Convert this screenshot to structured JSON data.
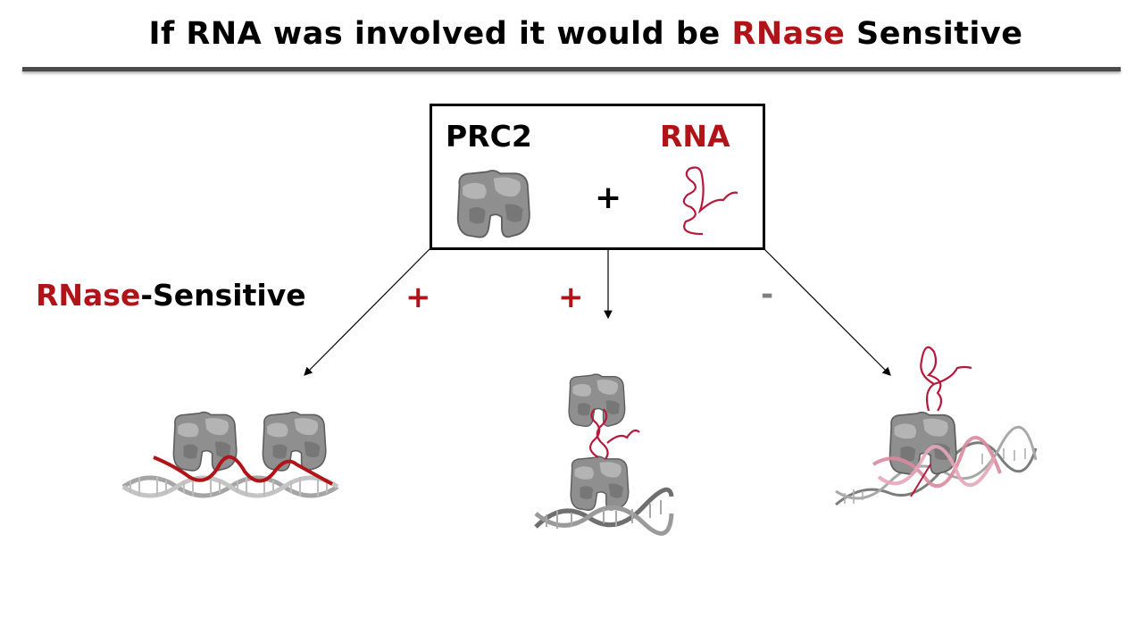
{
  "title": {
    "prefix": "If RNA was involved it would be ",
    "highlight": "RNase",
    "suffix": " Sensitive"
  },
  "box": {
    "left_label": "PRC2",
    "right_label": "RNA",
    "operator": "+"
  },
  "side_label": {
    "highlight": "RNase",
    "rest": "-Sensitive"
  },
  "outcomes": [
    {
      "sign": "+",
      "color": "#b01419"
    },
    {
      "sign": "+",
      "color": "#b01419"
    },
    {
      "sign": "-",
      "color": "#808080"
    }
  ],
  "colors": {
    "accent_red": "#b01419",
    "protein_gray": "#8c8c8c",
    "dna_gray": "#9a9a9a",
    "rna_crimson": "#b5193c",
    "hybrid_pink": "#d9899f"
  },
  "icons": [
    "prc2-protein-icon",
    "rna-strand-icon",
    "dna-helix-icon",
    "rna-dna-hybrid-icon"
  ]
}
